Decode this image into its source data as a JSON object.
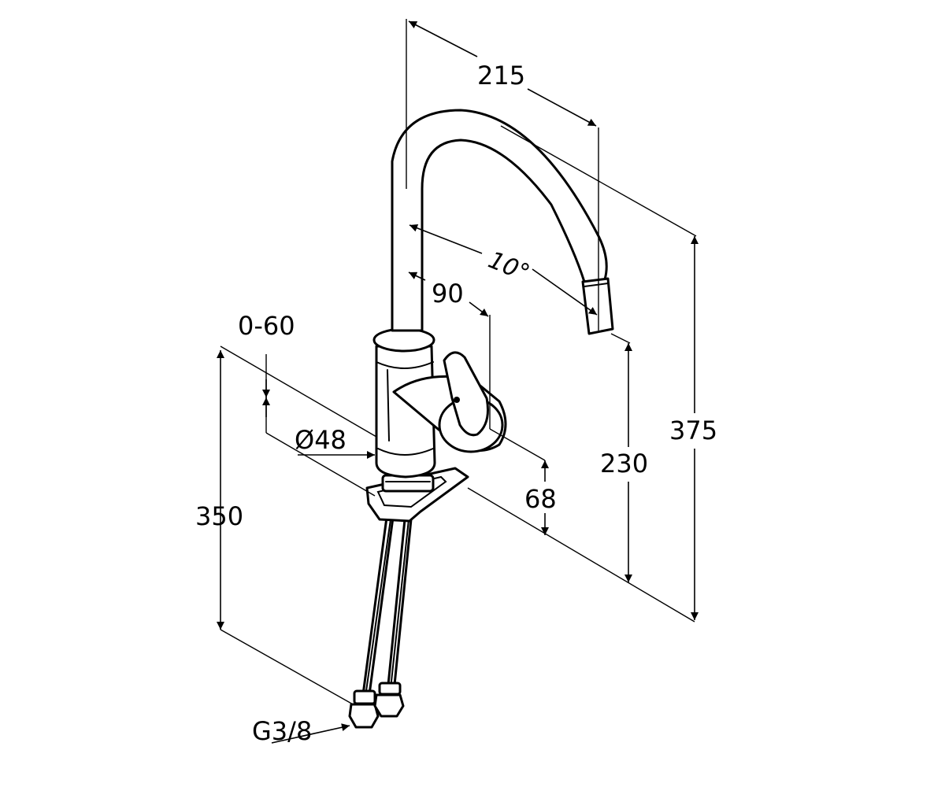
{
  "diagram": {
    "colors": {
      "line": "#000000",
      "background": "#ffffff"
    },
    "dimensions": {
      "reach": "215",
      "spray_angle": "10°",
      "handle_offset": "90",
      "deck_thickness": "0-60",
      "base_diameter": "Ø48",
      "body_height": "68",
      "spout_clearance": "230",
      "total_height": "375",
      "hose_length": "350",
      "thread": "G3/8"
    }
  }
}
